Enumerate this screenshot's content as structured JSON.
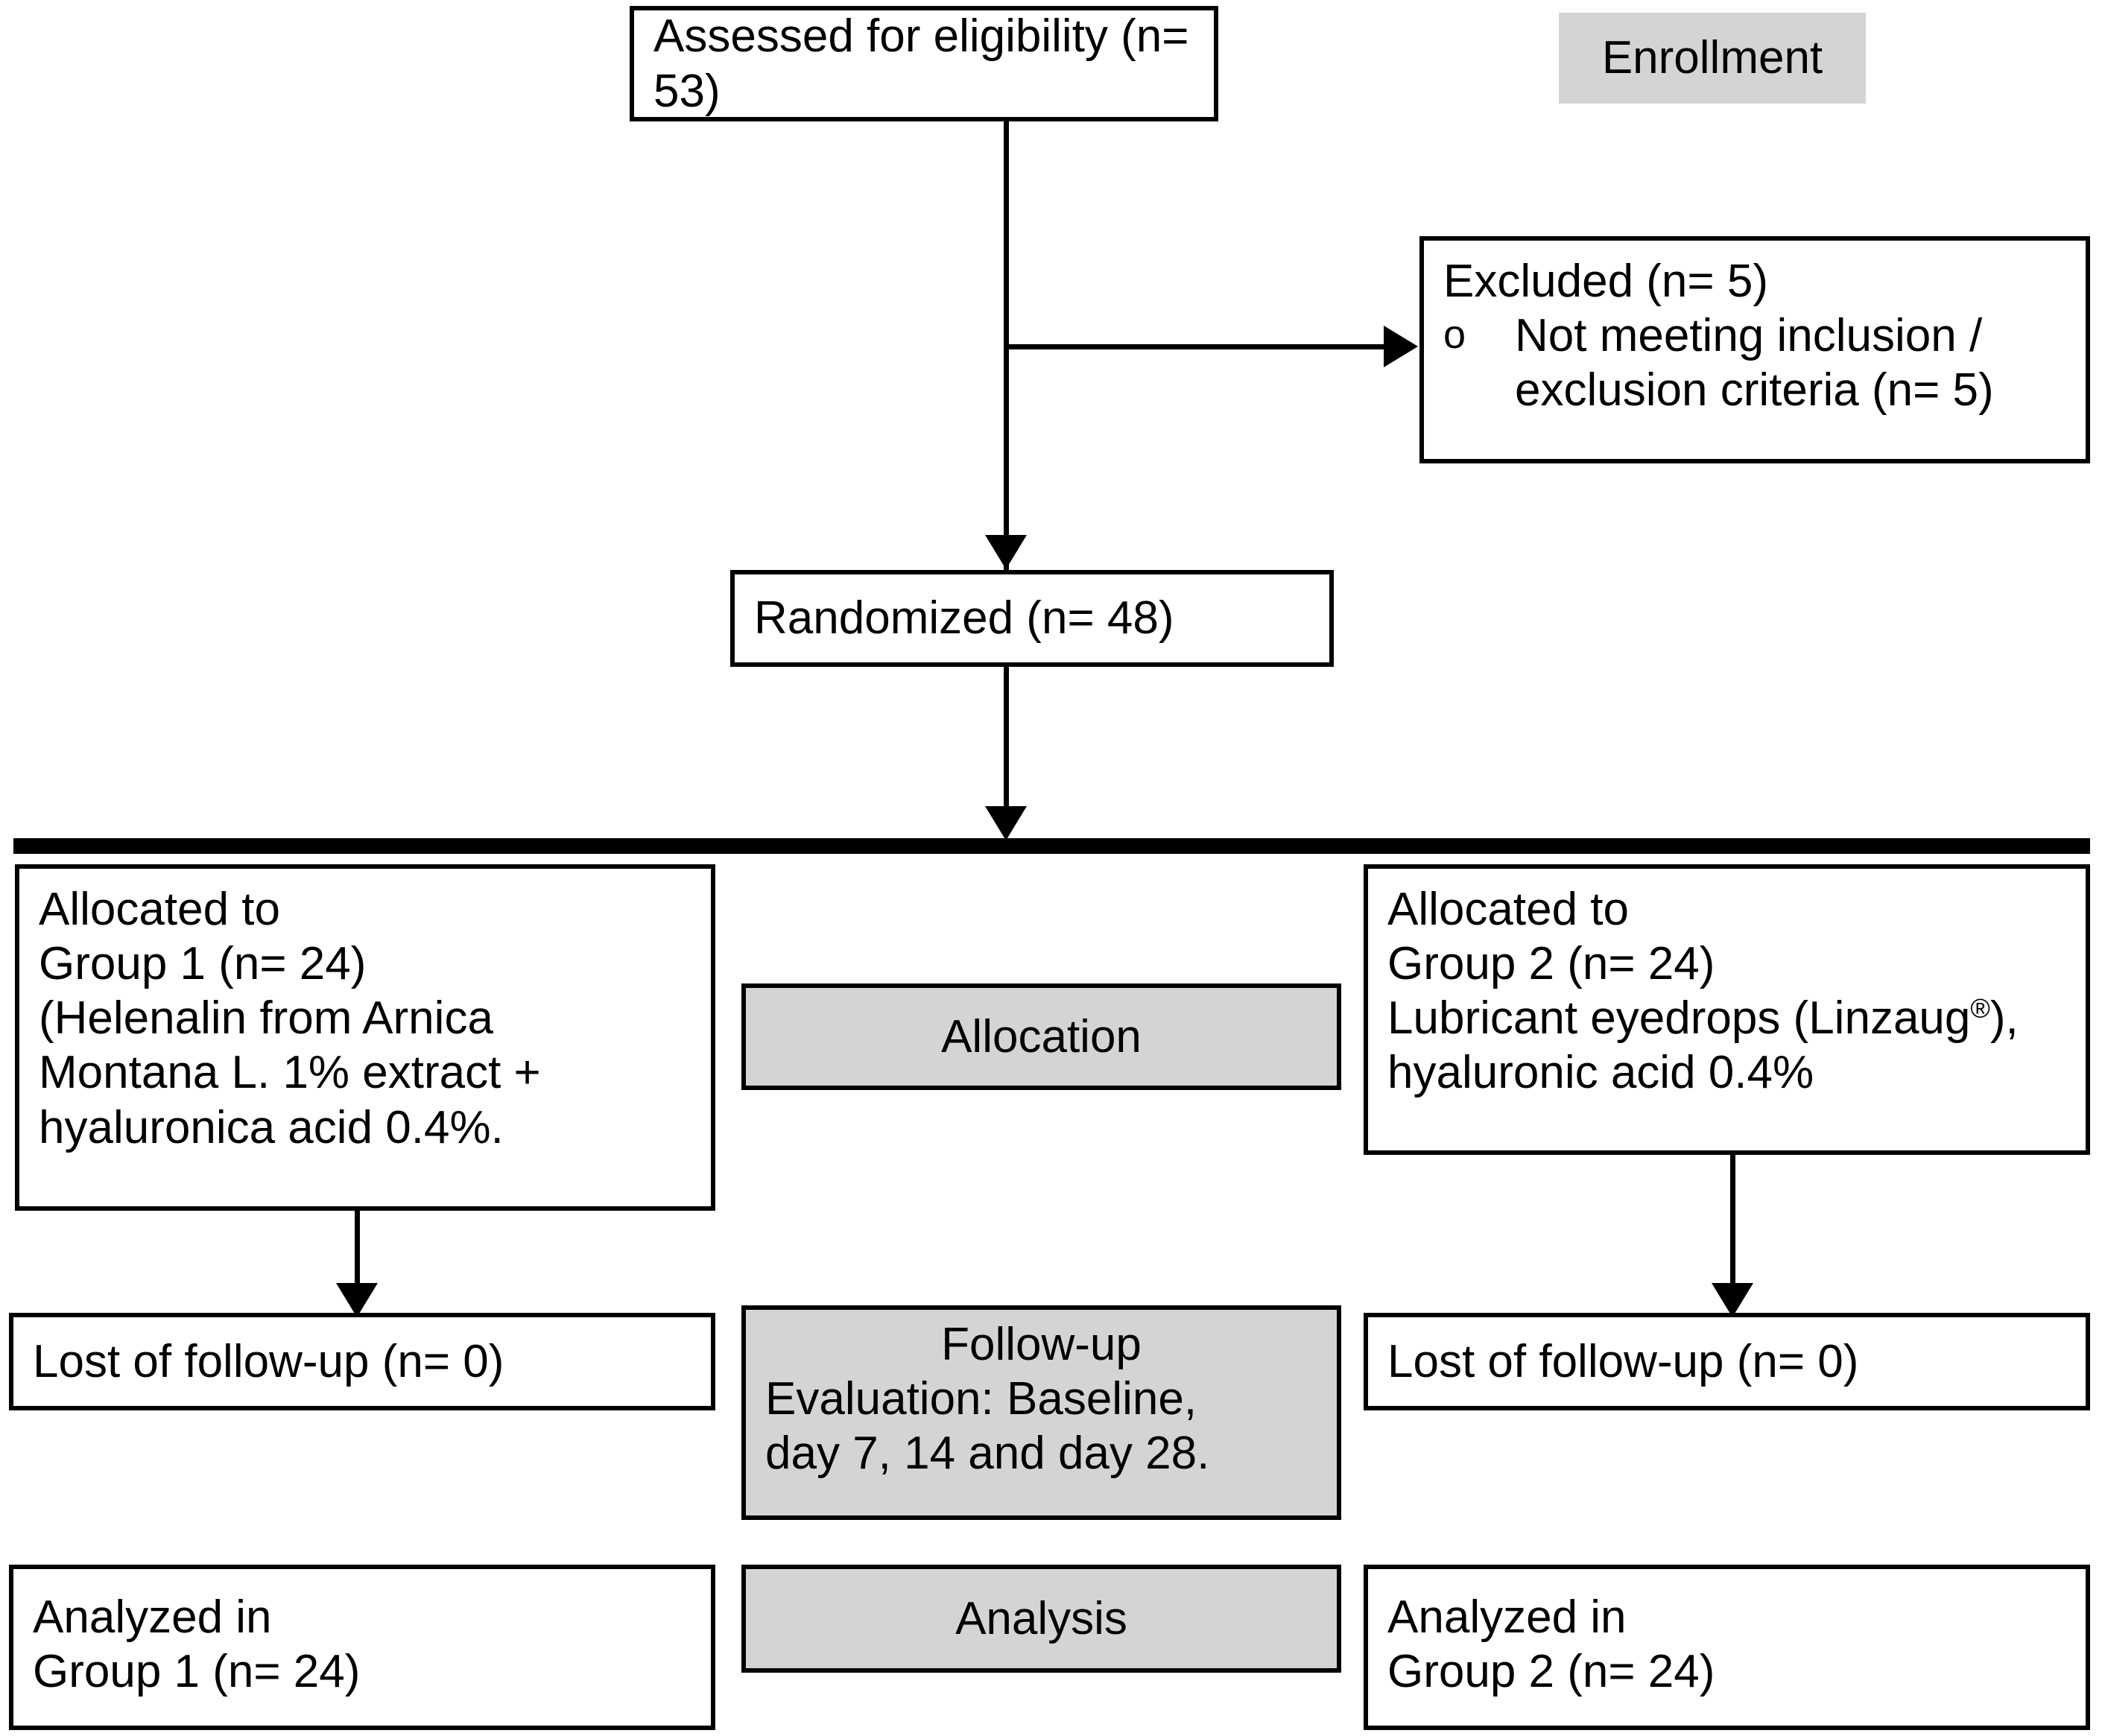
{
  "diagram": {
    "title_implicit": "CONSORT participant flow diagram",
    "stage_labels": {
      "enrollment": "Enrollment",
      "allocation": "Allocation",
      "followup_line1": "Follow-up",
      "followup_line2": "Evaluation: Baseline,",
      "followup_line3": "day 7, 14 and day 28.",
      "analysis": "Analysis"
    },
    "enrollment": {
      "assessed": "Assessed for eligibility (n= 53)",
      "excluded_title": "Excluded (n= 5)",
      "excluded_bullet_mark": "o",
      "excluded_bullet_text": "Not meeting inclusion / exclusion criteria (n= 5)",
      "randomized": "Randomized (n= 48)"
    },
    "left_arm": {
      "allocated_line1": "Allocated to",
      "allocated_line2": "Group 1 (n= 24)",
      "allocated_line3": "(Helenalin from Arnica",
      "allocated_line4": "Montana L. 1% extract +",
      "allocated_line5": "hyaluronica acid 0.4%.",
      "lost": "Lost of follow-up (n= 0)",
      "analyzed_line1": "Analyzed in",
      "analyzed_line2": "Group 1 (n= 24)"
    },
    "right_arm": {
      "allocated_line1": "Allocated to",
      "allocated_line2": "Group 2 (n= 24)",
      "allocated_line3_a": "Lubricant eyedrops (Linzaug",
      "allocated_line3_sup": "®",
      "allocated_line3_b": "),",
      "allocated_line4": "hyaluronic acid 0.4%",
      "lost": "Lost of follow-up (n= 0)",
      "analyzed_line1": "Analyzed in",
      "analyzed_line2": "Group 2 (n= 24)"
    },
    "colors": {
      "stroke": "#000000",
      "stage_label_fill": "#d4d4d4",
      "box_fill": "#ffffff"
    }
  }
}
